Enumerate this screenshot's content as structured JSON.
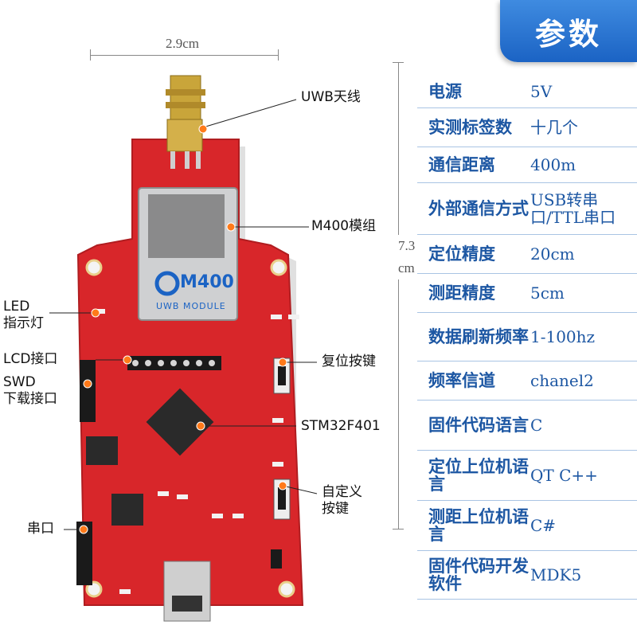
{
  "title": "参数",
  "dimensions": {
    "width": "2.9cm",
    "height": "7.3\ncm"
  },
  "module": {
    "brand": "M400",
    "caption": "UWB MODULE"
  },
  "labels": {
    "antenna": "UWB天线",
    "module": "M400模组",
    "led": "LED\n指示灯",
    "lcd": "LCD接口",
    "swd": "SWD\n下载接口",
    "reset": "复位按键",
    "mcu": "STM32F401",
    "custom_key": "自定义\n按键",
    "serial": "串口"
  },
  "specs": [
    {
      "key": "电源",
      "value": "5V"
    },
    {
      "key": "实测标签数",
      "value": "十几个"
    },
    {
      "key": "通信距离",
      "value": "400m"
    },
    {
      "key": "外部通信方式",
      "value": "USB转串口/TTL串口"
    },
    {
      "key": "定位精度",
      "value": "20cm"
    },
    {
      "key": "测距精度",
      "value": "5cm"
    },
    {
      "key": "数据刷新频率",
      "value": "1-100hz"
    },
    {
      "key": "频率信道",
      "value": "chanel2"
    },
    {
      "key": "固件代码语言",
      "value": "C"
    },
    {
      "key": "定位上位机语言",
      "value": "QT C++"
    },
    {
      "key": "测距上位机语言",
      "value": "C#"
    },
    {
      "key": "固件代码开发软件",
      "value": "MDK5"
    }
  ],
  "colors": {
    "pcb": "#d8262a",
    "accent": "#1b63c4",
    "text": "#1d57a3",
    "pointer": "#ff7a1a"
  }
}
